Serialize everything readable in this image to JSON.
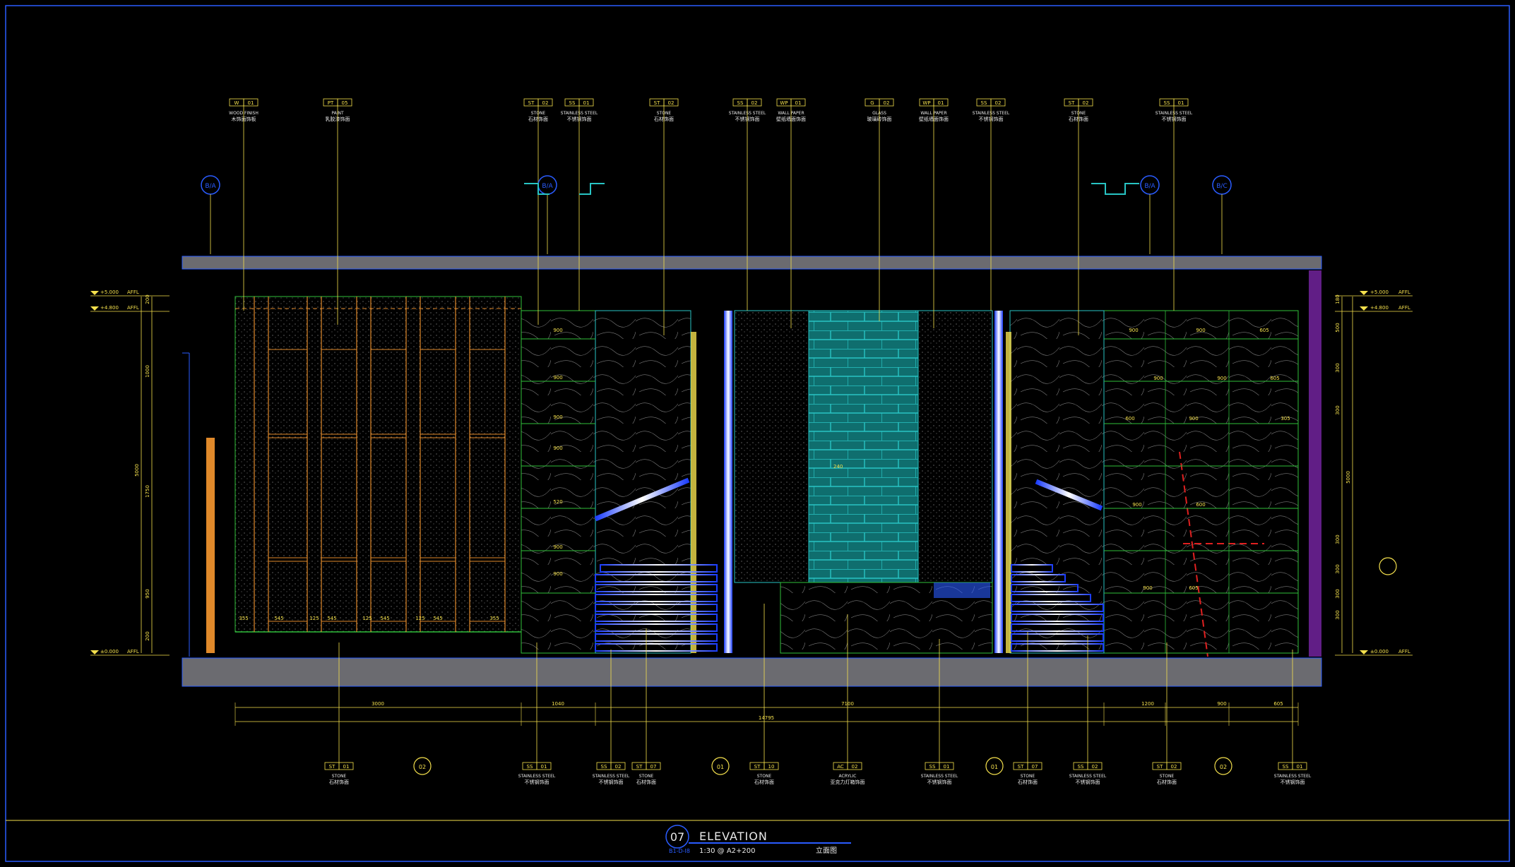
{
  "sheet": {
    "title_number": "07",
    "title": "ELEVATION",
    "scale": "1:30 @ A2+200",
    "title_cn": "立面图",
    "ref_code": "B1-D-I8"
  },
  "colors": {
    "background": "#000000",
    "yellow": "#f4e04d",
    "orange": "#e0892a",
    "cyan": "#28c4c4",
    "teal_fill": "#0f6e6e",
    "green": "#2fbf3a",
    "blue": "#2a5cff",
    "white": "#e8e8e8",
    "gray_slab": "#6b6b70",
    "red": "#e02020"
  },
  "top_callouts": [
    {
      "code": "W",
      "num": "01",
      "en": "WOOD FINISH",
      "cn": "木饰面饰板"
    },
    {
      "code": "PT",
      "num": "05",
      "en": "PAINT",
      "cn": "乳胶漆饰面"
    },
    {
      "code": "ST",
      "num": "02",
      "en": "STONE",
      "cn": "石材饰面"
    },
    {
      "code": "SS",
      "num": "01",
      "en": "STAINLESS STEEL",
      "cn": "不锈钢饰面"
    },
    {
      "code": "ST",
      "num": "02",
      "en": "STONE",
      "cn": "石材饰面"
    },
    {
      "code": "SS",
      "num": "02",
      "en": "STAINLESS STEEL",
      "cn": "不锈钢饰面"
    },
    {
      "code": "WP",
      "num": "01",
      "en": "WALL PAPER",
      "cn": "壁纸墙面饰面"
    },
    {
      "code": "G",
      "num": "02",
      "en": "GLASS",
      "cn": "玻璃砖饰面"
    },
    {
      "code": "WP",
      "num": "01",
      "en": "WALL PAPER",
      "cn": "壁纸墙面饰面"
    },
    {
      "code": "SS",
      "num": "02",
      "en": "STAINLESS STEEL",
      "cn": "不锈钢饰面"
    },
    {
      "code": "ST",
      "num": "02",
      "en": "STONE",
      "cn": "石材饰面"
    },
    {
      "code": "SS",
      "num": "01",
      "en": "STAINLESS STEEL",
      "cn": "不锈钢饰面"
    }
  ],
  "bottom_callouts": [
    {
      "code": "ST",
      "num": "01",
      "en": "STONE",
      "cn": "石材饰面"
    },
    {
      "code": "SS",
      "num": "01",
      "en": "STAINLESS STEEL",
      "cn": "不锈钢饰面"
    },
    {
      "code": "SS",
      "num": "02",
      "en": "STAINLESS STEEL",
      "cn": "不锈钢饰面"
    },
    {
      "code": "ST",
      "num": "07",
      "en": "STONE",
      "cn": "石材饰面"
    },
    {
      "code": "ST",
      "num": "10",
      "en": "STONE",
      "cn": "石材饰面"
    },
    {
      "code": "AC",
      "num": "02",
      "en": "ACRYLIC",
      "cn": "亚克力灯箱饰面"
    },
    {
      "code": "SS",
      "num": "01",
      "en": "STAINLESS STEEL",
      "cn": "不锈钢饰面"
    },
    {
      "code": "ST",
      "num": "07",
      "en": "STONE",
      "cn": "石材饰面"
    },
    {
      "code": "SS",
      "num": "02",
      "en": "STAINLESS STEEL",
      "cn": "不锈钢饰面"
    },
    {
      "code": "ST",
      "num": "02",
      "en": "STONE",
      "cn": "石材饰面"
    },
    {
      "code": "SS",
      "num": "01",
      "en": "STAINLESS STEEL",
      "cn": "不锈钢饰面"
    }
  ],
  "section_markers_top": [
    "B/A",
    "B/A",
    "B/A",
    "B/C"
  ],
  "section_markers_bottom": [
    "02",
    "01",
    "01",
    "02"
  ],
  "levels_left": [
    "+5.000",
    "+4.800",
    "±0.000"
  ],
  "levels_right": [
    "+5.000",
    "+4.800",
    "±0.000"
  ],
  "level_unit": "AFFL",
  "dims_left_vertical": [
    "200",
    "1000",
    "5000",
    "1750",
    "950",
    "200"
  ],
  "dims_right_vertical": [
    "180",
    "500",
    "300",
    "300",
    "5000",
    "300",
    "300",
    "300",
    "300"
  ],
  "dims_bottom": [
    "3000",
    "1040",
    "7100",
    "1200",
    "900",
    "605"
  ],
  "dim_total": "14795",
  "panel_dims": [
    "355",
    "545",
    "125",
    "545",
    "125",
    "545",
    "125",
    "545",
    "355"
  ],
  "tile_dims": [
    "900",
    "900",
    "900",
    "900",
    "520",
    "900",
    "900"
  ],
  "tile_dims_right": [
    "900",
    "900",
    "605",
    "900",
    "900",
    "605",
    "600",
    "900",
    "305",
    "900",
    "600",
    "900",
    "605"
  ],
  "brick_dim": "240"
}
